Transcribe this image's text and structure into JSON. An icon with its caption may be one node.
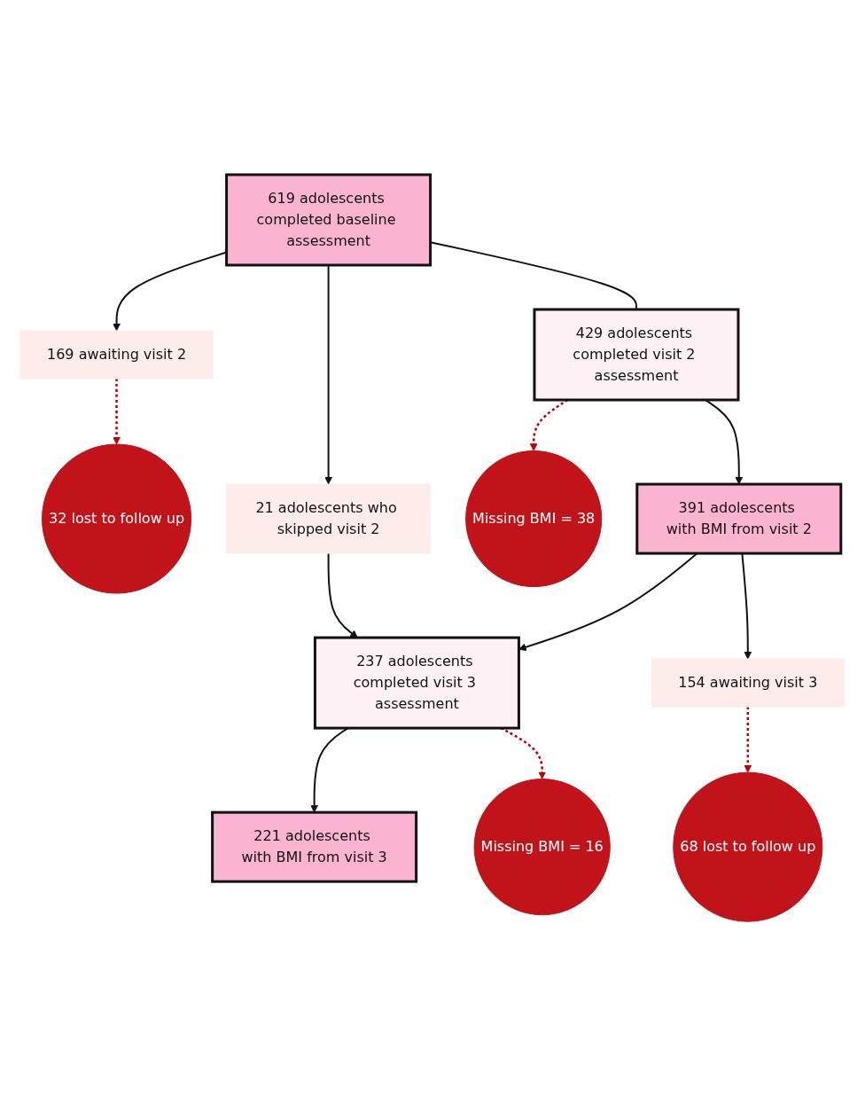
{
  "diagram": {
    "nodes": [
      {
        "text": [
          "619 adolescents completed baseline assessment"
        ]
      },
      {
        "text": [
          "169 awaiting visit 2"
        ]
      },
      {
        "text": [
          "32 lost to follow up"
        ]
      },
      {
        "text": [
          "429 adolescents completed visit 2 assessment"
        ]
      },
      {
        "text": [
          "21 adolescents who skipped visit 2"
        ]
      },
      {
        "text": [
          "Missing BMI = 38"
        ]
      },
      {
        "text": [
          "391 adolescents with BMI from visit 2"
        ]
      },
      {
        "text": [
          "154  awaiting visit 3"
        ]
      },
      {
        "text": [
          "68 lost to follow up"
        ]
      },
      {
        "text": [
          "237 adolescents completed visit 3 assessment"
        ]
      },
      {
        "text": [
          "Missing BMI = 16"
        ]
      },
      {
        "text": [
          "221 adolescents with BMI from visit 3"
        ]
      }
    ],
    "edges": [
      {
        "from": 0,
        "to": 3,
        "arrow": "none"
      },
      {
        "from": 0,
        "to": 1,
        "arrow": "to"
      },
      {
        "from": 1,
        "to": 2,
        "arrow": "to",
        "style": "dashed",
        "color": "#c00000"
      },
      {
        "from": 3,
        "to": 6,
        "arrow": "to"
      },
      {
        "from": 3,
        "to": 5,
        "arrow": "to",
        "style": "dashed",
        "color": "#c00000"
      },
      {
        "from": 6,
        "to": 9,
        "arrow": "to"
      },
      {
        "from": 6,
        "to": 7,
        "arrow": "to"
      },
      {
        "from": 7,
        "to": 8,
        "arrow": "to",
        "style": "dashed",
        "color": "#c00000"
      },
      {
        "from": 0,
        "to": 4,
        "arrow": "to"
      },
      {
        "from": 4,
        "to": 9,
        "arrow": "to"
      },
      {
        "from": 9,
        "to": 11,
        "arrow": "to"
      },
      {
        "from": 9,
        "to": 10,
        "arrow": "to",
        "style": "dashed",
        "color": "#c00000"
      }
    ]
  }
}
